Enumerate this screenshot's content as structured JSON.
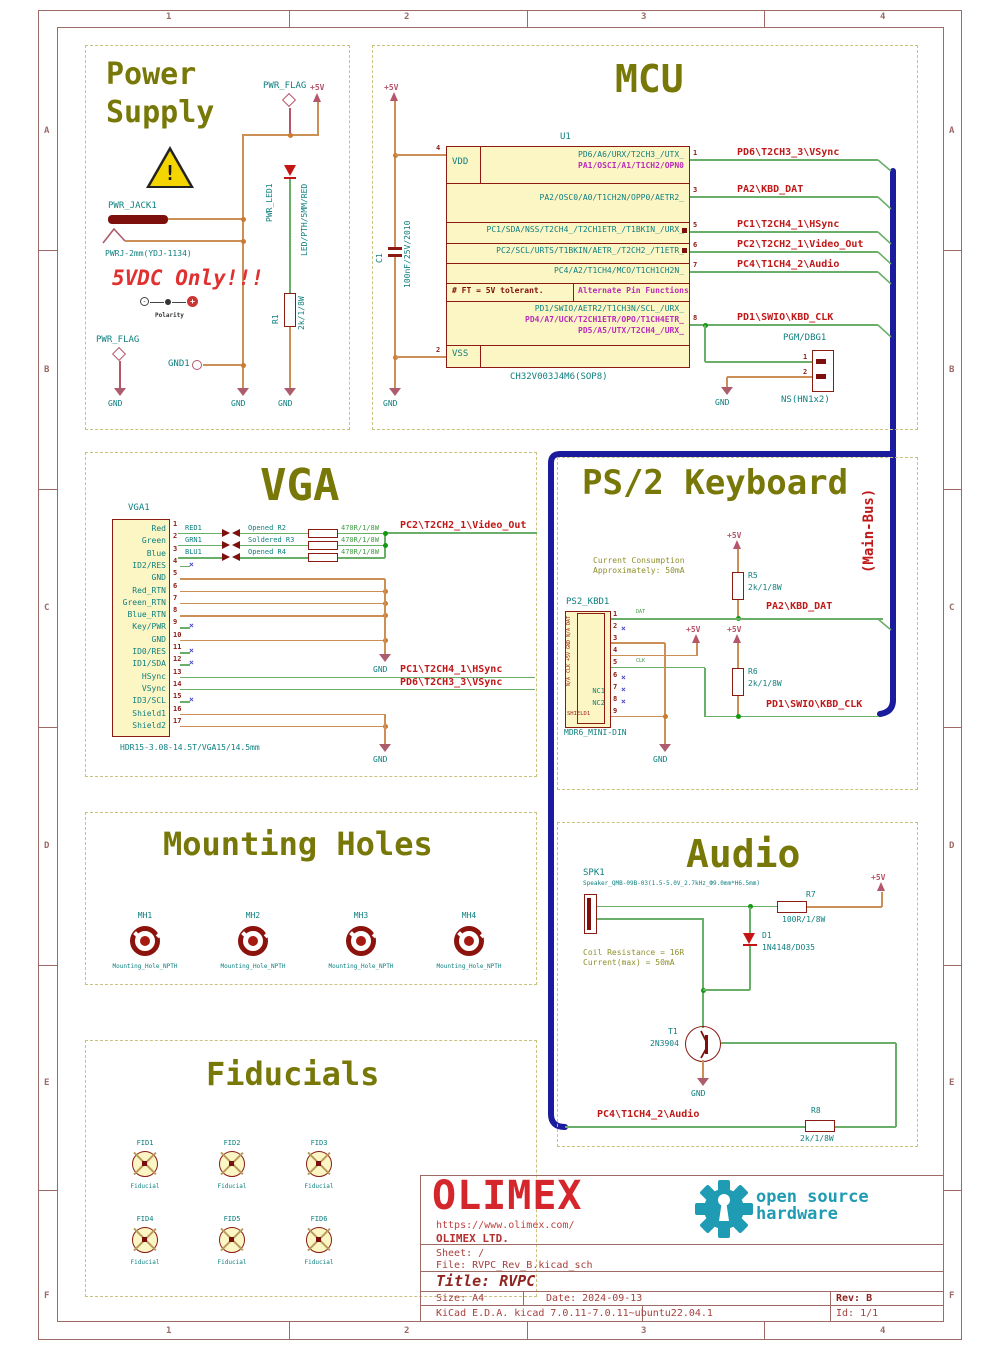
{
  "sym": {
    "gnd": "GND",
    "plus5v": "+5V"
  },
  "frame": {
    "cols": [
      "1",
      "2",
      "3",
      "4"
    ],
    "rows": [
      "A",
      "B",
      "C",
      "D",
      "E",
      "F"
    ]
  },
  "power": {
    "title_line1": "Power",
    "title_line2": "Supply",
    "warning_mark": "!",
    "pwr_flag": "PWR_FLAG",
    "jack_ref": "PWR_JACK1",
    "jack_value": "PWRJ-2mm(YDJ-1134)",
    "warning_text": "5VDC Only!!!",
    "polarity": "Polarity",
    "gnd1": "GND1",
    "led_ref": "PWR_LED1",
    "led_value": "LED/PTH/5MM/RED",
    "r1_ref": "R1",
    "r1_value": "2k/1/8W"
  },
  "mcu": {
    "title": "MCU",
    "ref": "U1",
    "part": "CH32V003J4M6(SOP8)",
    "c1_ref": "C1",
    "c1_value": "100nF/25V/2010",
    "vdd": "VDD",
    "vss": "VSS",
    "pin_left_top": "4",
    "pin_left_bottom": "2",
    "rows": [
      {
        "pin": "1",
        "main": "PD6/A6/URX/T2CH3_/UTX_",
        "alt": "PA1/OSCI/A1/T1CH2/OPN0"
      },
      {
        "pin": "3",
        "main": "PA2/OSC0/A0/T1CH2N/OPP0/AETR2_"
      },
      {
        "pin": "5",
        "main": "PC1/SDA/NSS/T2CH4_/T2CH1ETR_/T1BKIN_/URX_"
      },
      {
        "pin": "6",
        "main": "PC2/SCL/URTS/T1BKIN/AETR_/T2CH2_/T1ETR_"
      },
      {
        "pin": "7",
        "main": "PC4/A2/T1CH4/MCO/T1CH1CH2N_"
      },
      {
        "pin": "8",
        "main": "PD1/SWIO/AETR2/T1CH3N/SCL_/URX_",
        "alt": "PD4/A7/UCK/T2CH1ETR/OPO/T1CH4ETR_",
        "alt2": "PD5/A5/UTX/T2CH4_/URX_"
      }
    ],
    "note_ft": "# FT = 5V tolerant.",
    "note_alt": "Alternate Pin Functions",
    "net_labels": [
      "PD6\\T2CH3_3\\VSync",
      "PA2\\KBD_DAT",
      "PC1\\T2CH4_1\\HSync",
      "PC2\\T2CH2_1\\Video_Out",
      "PC4\\T1CH4_2\\Audio",
      "PD1\\SWIO\\KBD_CLK"
    ],
    "pgm_ref": "PGM/DBG1",
    "pgm_pin1": "1",
    "pgm_pin2": "2",
    "pgm_value": "NS(HN1x2)"
  },
  "bus": {
    "label": "(Main-Bus)"
  },
  "vga": {
    "title": "VGA",
    "ref": "VGA1",
    "footprint": "HDR15-3.08-14.5T/VGA15/14.5mm",
    "pins": [
      {
        "n": "1",
        "name": "Red",
        "t": "j"
      },
      {
        "n": "2",
        "name": "Green",
        "t": "j"
      },
      {
        "n": "3",
        "name": "Blue",
        "t": "j"
      },
      {
        "n": "4",
        "name": "ID2/RES",
        "t": "n"
      },
      {
        "n": "5",
        "name": "GND",
        "t": "o"
      },
      {
        "n": "6",
        "name": "Red_RTN",
        "t": "od"
      },
      {
        "n": "7",
        "name": "Green_RTN",
        "t": "od"
      },
      {
        "n": "8",
        "name": "Blue_RTN",
        "t": "od"
      },
      {
        "n": "9",
        "name": "Key/PWR",
        "t": "n"
      },
      {
        "n": "10",
        "name": "GND",
        "t": "od"
      },
      {
        "n": "11",
        "name": "ID0/RES",
        "t": "n"
      },
      {
        "n": "12",
        "name": "ID1/SDA",
        "t": "n"
      },
      {
        "n": "13",
        "name": "HSync",
        "t": "g"
      },
      {
        "n": "14",
        "name": "VSync",
        "t": "g"
      },
      {
        "n": "15",
        "name": "ID3/SCL",
        "t": "n"
      },
      {
        "n": "16",
        "name": "Shield1",
        "t": "o"
      },
      {
        "n": "17",
        "name": "Shield2",
        "t": "od"
      }
    ],
    "jumpers": [
      {
        "ref": "RED1",
        "note": "Opened R2",
        "value": "470R/1/8W"
      },
      {
        "ref": "GRN1",
        "note": "Soldered R3",
        "value": "470R/1/8W"
      },
      {
        "ref": "BLU1",
        "note": "Opened R4",
        "value": "470R/1/8W"
      }
    ],
    "label_video": "PC2\\T2CH2_1\\Video_Out",
    "label_hsync": "PC1\\T2CH4_1\\HSync",
    "label_vsync": "PD6\\T2CH3_3\\VSync"
  },
  "ps2": {
    "title": "PS/2 Keyboard",
    "note_line1": "Current Consumption",
    "note_line2": "Approximately: 50mA",
    "ref": "PS2_KBD1",
    "footprint": "MDR6_MINI-DIN",
    "pins": [
      {
        "n": "1",
        "side": "DAT",
        "t": "w1"
      },
      {
        "n": "2",
        "side": "N/A",
        "t": "nc"
      },
      {
        "n": "3",
        "side": "GND",
        "t": "w3"
      },
      {
        "n": "4",
        "side": "+5V",
        "t": "w4"
      },
      {
        "n": "5",
        "side": "CLK",
        "t": "w5"
      },
      {
        "n": "6",
        "side": "N/A",
        "t": "nc"
      },
      {
        "n": "7",
        "name": "NC1",
        "t": "nc"
      },
      {
        "n": "8",
        "name": "NC2",
        "t": "nc"
      },
      {
        "n": "9",
        "name": "SHIELD1",
        "t": "w9"
      }
    ],
    "wire_label_dat": "DAT",
    "wire_label_clk": "CLK",
    "r5_ref": "R5",
    "r5_value": "2k/1/8W",
    "r6_ref": "R6",
    "r6_value": "2k/1/8W",
    "label_dat": "PA2\\KBD_DAT",
    "label_clk": "PD1\\SWIO\\KBD_CLK"
  },
  "mounting": {
    "title": "Mounting Holes",
    "value": "Mounting_Hole_NPTH",
    "items": [
      {
        "ref": "MH1"
      },
      {
        "ref": "MH2"
      },
      {
        "ref": "MH3"
      },
      {
        "ref": "MH4"
      }
    ]
  },
  "fiducials": {
    "title": "Fiducials",
    "value": "Fiducial",
    "items": [
      {
        "ref": "FID1"
      },
      {
        "ref": "FID2"
      },
      {
        "ref": "FID3"
      },
      {
        "ref": "FID4"
      },
      {
        "ref": "FID5"
      },
      {
        "ref": "FID6"
      }
    ]
  },
  "audio": {
    "title": "Audio",
    "spk_ref": "SPK1",
    "spk_value": "Speaker_QMB-09B-03(1.5-5.0V_2.7kHz_Ф9.0mm*H6.5mm)",
    "note_line1": "Coil Resistance = 16R",
    "note_line2": "Current(max) = 50mA",
    "r7_ref": "R7",
    "r7_value": "100R/1/8W",
    "d1_ref": "D1",
    "d1_value": "1N4148/DO35",
    "t1_ref": "T1",
    "t1_value": "2N3904",
    "r8_ref": "R8",
    "r8_value": "2k/1/8W",
    "label_audio": "PC4\\T1CH4_2\\Audio"
  },
  "titleblock": {
    "logo": "OLIMEX",
    "url": "https://www.olimex.com/",
    "company": "OLIMEX LTD.",
    "oshw_line1": "open source",
    "oshw_line2": "hardware",
    "sheet": "Sheet: /",
    "file": "File: RVPC_Rev_B.kicad_sch",
    "title": "Title: RVPC",
    "size": "Size: A4",
    "date": "Date: 2024-09-13",
    "rev": "Rev: B",
    "tool": "KiCad E.D.A.  kicad 7.0.11-7.0.11~ubuntu22.04.1",
    "id": "Id: 1/1"
  }
}
